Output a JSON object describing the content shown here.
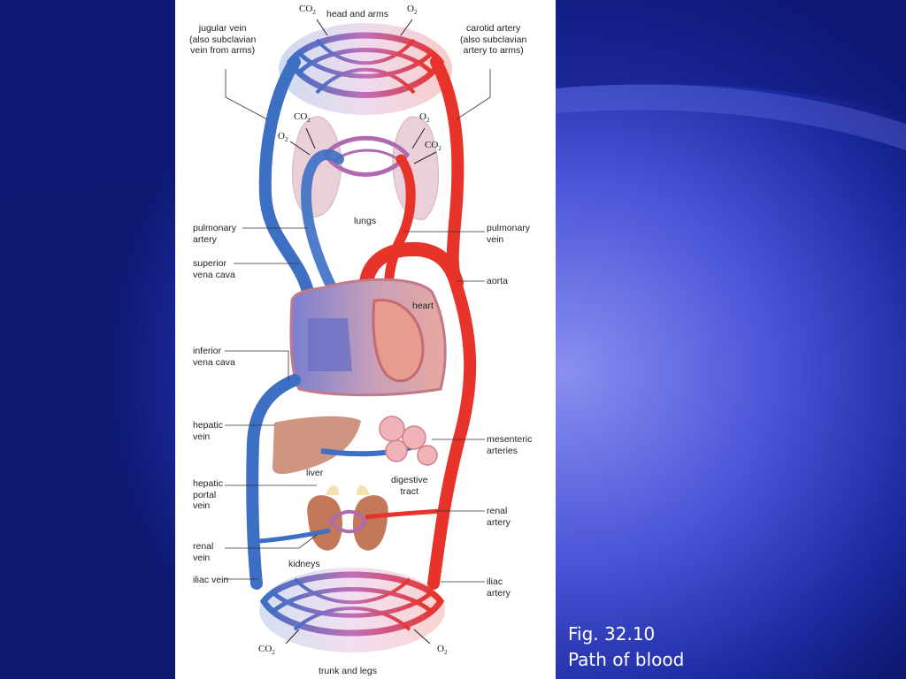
{
  "slide": {
    "caption_line1": "Fig. 32.10",
    "caption_line2": "Path of blood"
  },
  "diagram": {
    "labels": {
      "head_and_arms": "head and arms",
      "jugular_vein": "jugular vein\n(also subclavian\nvein from arms)",
      "carotid_artery": "carotid artery\n(also subclavian\nartery to arms)",
      "lungs": "lungs",
      "pulmonary_artery": "pulmonary\nartery",
      "pulmonary_vein": "pulmonary\nvein",
      "superior_vena_cava": "superior\nvena cava",
      "aorta": "aorta",
      "heart": "heart",
      "inferior_vena_cava": "inferior\nvena cava",
      "hepatic_vein": "hepatic\nvein",
      "mesenteric_arteries": "mesenteric\narteries",
      "liver": "liver",
      "digestive_tract": "digestive\ntract",
      "hepatic_portal_vein": "hepatic\nportal\nvein",
      "renal_artery": "renal\nartery",
      "renal_vein": "renal\nvein",
      "kidneys": "kidneys",
      "iliac_vein": "iliac vein",
      "iliac_artery": "iliac\nartery",
      "trunk_and_legs": "trunk and legs"
    },
    "gases": {
      "co2_base": "CO",
      "co2_sub": "2",
      "o2_base": "O",
      "o2_sub": "2"
    }
  },
  "colors": {
    "vein_blue": "#3d6fc4",
    "artery_red": "#e8332a",
    "capillary_purple": "#b06ab0",
    "slide_dark_blue": "#0d1870",
    "slide_mid_blue": "#4a55d8"
  }
}
